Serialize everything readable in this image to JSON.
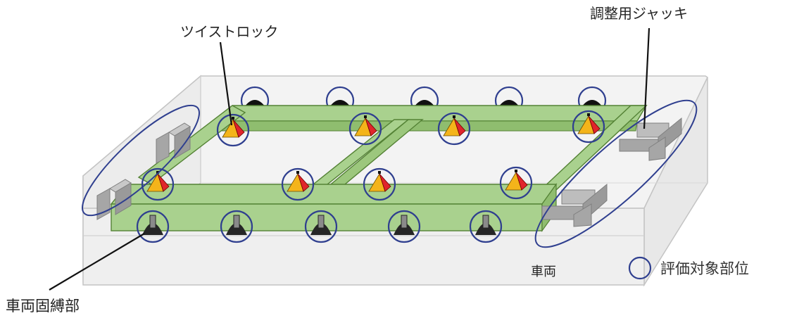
{
  "labels": {
    "twist_lock": "ツイストロック",
    "adjust_jack": "調整用ジャッキ",
    "vehicle": "車両",
    "vehicle_restraint": "車両固縛部",
    "legend_eval": "評価対象部位"
  },
  "colors": {
    "frame_fill": "#a9d18e",
    "frame_stroke": "#548235",
    "platform_fill": "#f2f2f2",
    "platform_stroke": "#bfbfbf",
    "circle": "#2f3f8f",
    "jack": "#a6a6a6",
    "lock_yellow": "#f4b41a",
    "lock_red": "#e0252b",
    "restraint_dark": "#262626"
  },
  "icons": {
    "twist_lock": "twist-lock-icon",
    "restraint": "restraint-icon",
    "fitting": "fitting-icon",
    "jack": "jack-icon"
  }
}
